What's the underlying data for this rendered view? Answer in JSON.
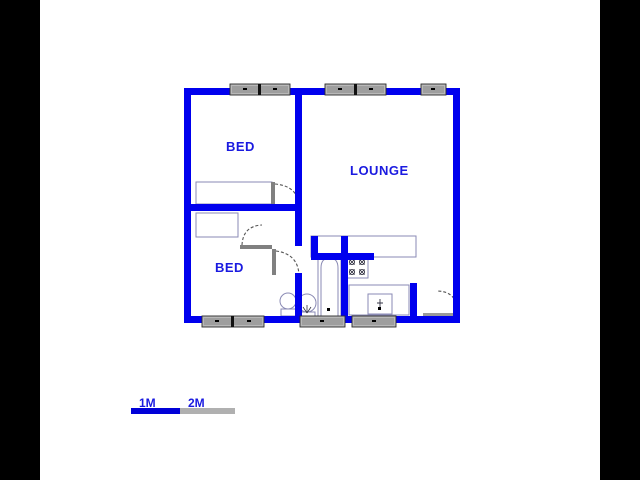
{
  "document": {
    "type": "residential-floor-plan",
    "background_color": "#000000",
    "sheet_color": "#ffffff",
    "wall_color": "#0000ee",
    "text_color": "#1a1ae0",
    "fixture_outline_color": "#8a8ab4",
    "window_fill_color": "#b4b4b4",
    "door_leaf_color": "#808080"
  },
  "rooms": [
    {
      "id": "bed-1",
      "label": "BED"
    },
    {
      "id": "bed-2",
      "label": "BED"
    },
    {
      "id": "lounge",
      "label": "LOUNGE"
    }
  ],
  "scale": {
    "label_1": "1M",
    "label_2": "2M",
    "bar_1_color": "#0000d8",
    "bar_2_color": "#b0b0b0"
  },
  "fixtures": [
    {
      "name": "wardrobe-bed-1"
    },
    {
      "name": "wardrobe-bed-2"
    },
    {
      "name": "bath-tub"
    },
    {
      "name": "wash-basin"
    },
    {
      "name": "toilet"
    },
    {
      "name": "kitchen-sink"
    },
    {
      "name": "stove-hob"
    },
    {
      "name": "kitchen-counter"
    }
  ],
  "openings": {
    "windows": [
      {
        "name": "window-bed-1-north"
      },
      {
        "name": "window-lounge-north"
      },
      {
        "name": "window-lounge-north-east"
      },
      {
        "name": "window-bed-2-south"
      },
      {
        "name": "window-bathroom-south"
      },
      {
        "name": "window-kitchen-south"
      }
    ],
    "doors": [
      {
        "name": "door-bed-1"
      },
      {
        "name": "door-bed-2"
      },
      {
        "name": "door-bathroom"
      },
      {
        "name": "door-entrance"
      }
    ]
  }
}
